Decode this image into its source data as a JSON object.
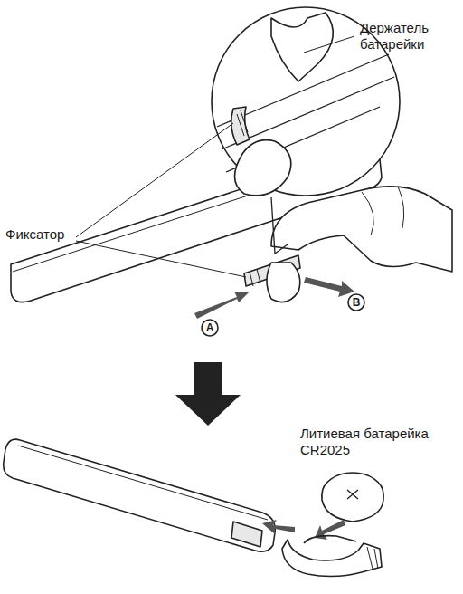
{
  "diagram": {
    "labels": [
      "Держатель батарейки",
      "Фиксатор",
      "A",
      "B",
      "Литиевая батарейка CR2025"
    ]
  }
}
